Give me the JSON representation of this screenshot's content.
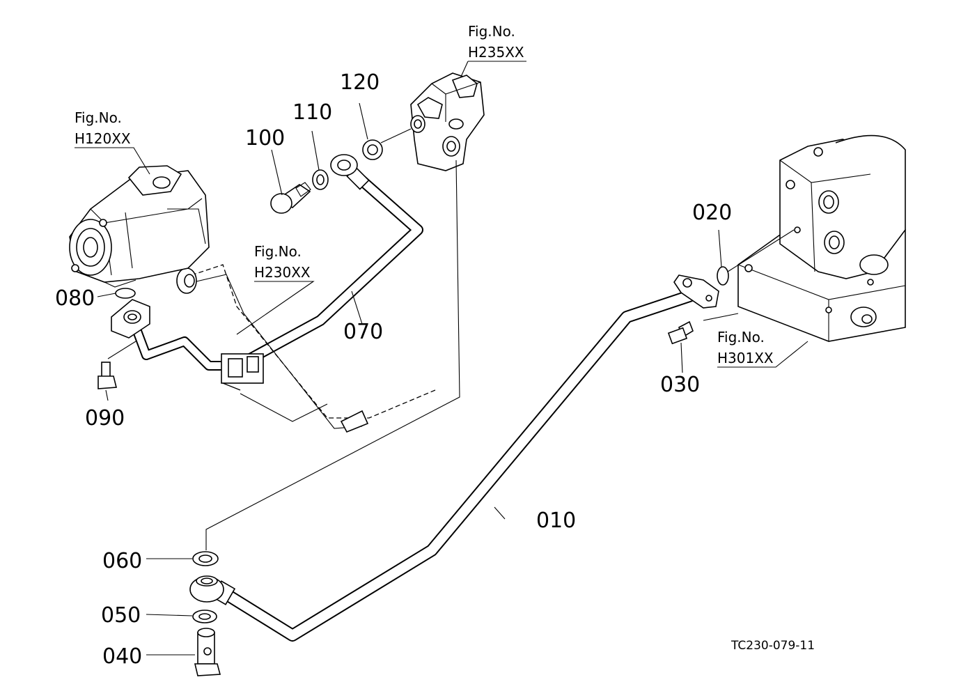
{
  "drawing_code": "TC230-079-11",
  "callouts": {
    "p010": "010",
    "p020": "020",
    "p030": "030",
    "p040": "040",
    "p050": "050",
    "p060": "060",
    "p070": "070",
    "p080": "080",
    "p090": "090",
    "p100": "100",
    "p110": "110",
    "p120": "120"
  },
  "figure_refs": {
    "h120": {
      "label": "Fig.No.",
      "code": "H120XX"
    },
    "h235": {
      "label": "Fig.No.",
      "code": "H235XX"
    },
    "h230": {
      "label": "Fig.No.",
      "code": "H230XX"
    },
    "h301": {
      "label": "Fig.No.",
      "code": "H301XX"
    }
  }
}
